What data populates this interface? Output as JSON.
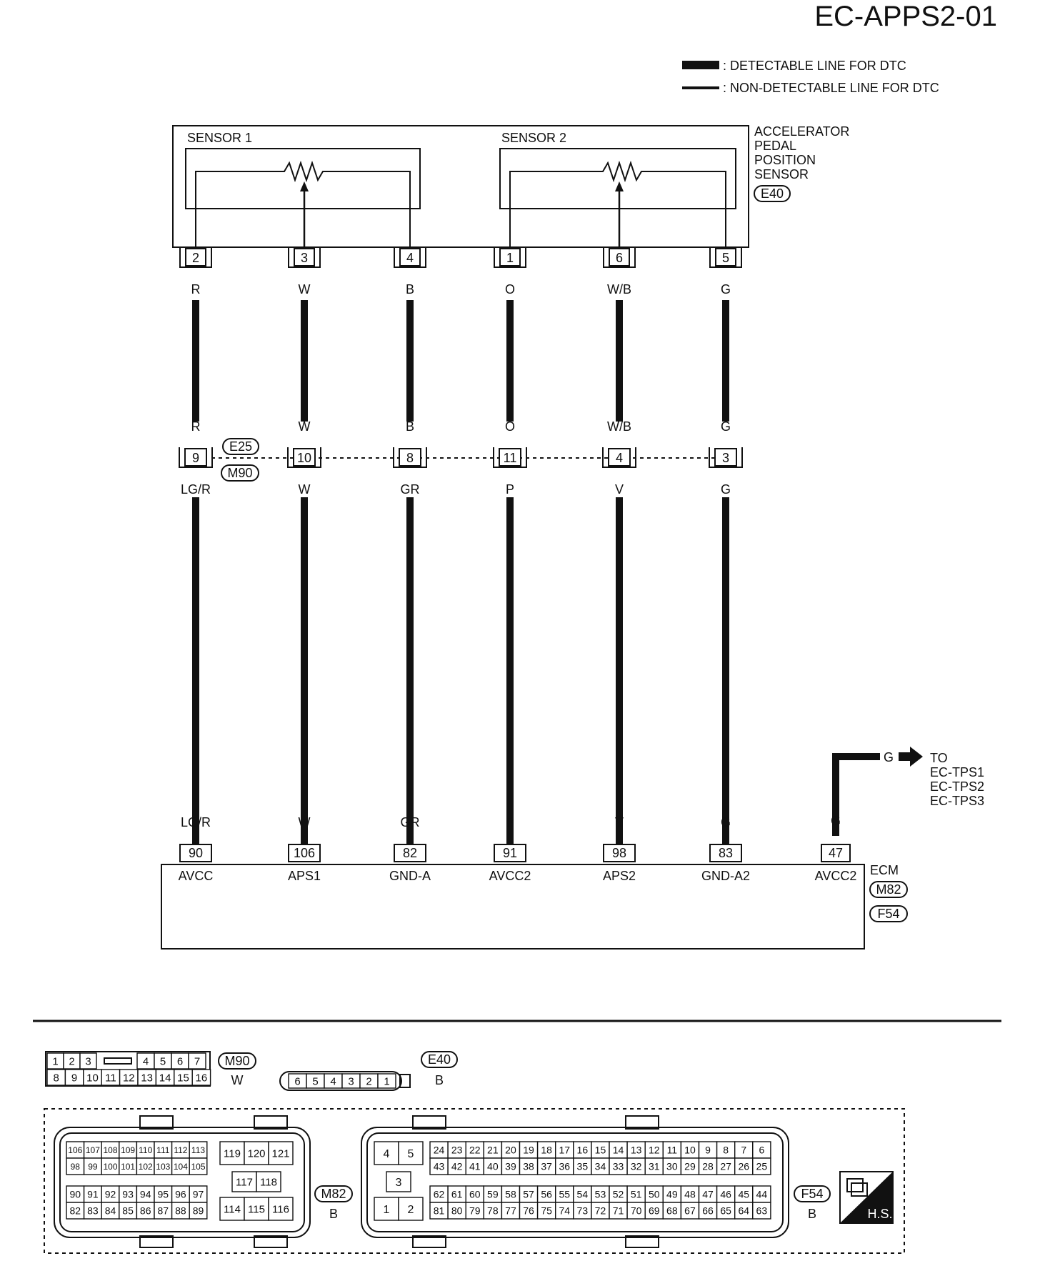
{
  "header": {
    "code": "EC-APPS2-01"
  },
  "legend": {
    "detectable": ": DETECTABLE LINE FOR DTC",
    "non_detectable": ": NON-DETECTABLE LINE FOR DTC"
  },
  "sensor": {
    "sensor1_label": "SENSOR 1",
    "sensor2_label": "SENSOR 2",
    "name_lines": [
      "ACCELERATOR",
      "PEDAL",
      "POSITION",
      "SENSOR"
    ],
    "connector": "E40"
  },
  "intermediate": {
    "connector_a": "E25",
    "connector_b": "M90"
  },
  "ecm": {
    "name": "ECM",
    "connector_a": "M82",
    "connector_b": "F54"
  },
  "wires": [
    {
      "sensor_pin": "2",
      "top_color": "R",
      "mid_pin": "9",
      "bottom_color": "LG/R",
      "ecm_pin": "90",
      "signal": "AVCC"
    },
    {
      "sensor_pin": "3",
      "top_color": "W",
      "mid_pin": "10",
      "bottom_color": "W",
      "ecm_pin": "106",
      "signal": "APS1"
    },
    {
      "sensor_pin": "4",
      "top_color": "B",
      "mid_pin": "8",
      "bottom_color": "GR",
      "ecm_pin": "82",
      "signal": "GND-A"
    },
    {
      "sensor_pin": "1",
      "top_color": "O",
      "mid_pin": "11",
      "bottom_color": "P",
      "ecm_pin": "91",
      "signal": "AVCC2"
    },
    {
      "sensor_pin": "6",
      "top_color": "W/B",
      "mid_pin": "4",
      "bottom_color": "V",
      "ecm_pin": "98",
      "signal": "APS2"
    },
    {
      "sensor_pin": "5",
      "top_color": "G",
      "mid_pin": "3",
      "bottom_color": "G",
      "ecm_pin": "83",
      "signal": "GND-A2"
    }
  ],
  "extra_wire": {
    "ecm_pin": "47",
    "signal": "AVCC2",
    "color": "G",
    "arrow_color": "G",
    "to_lines": [
      "TO",
      "EC-TPS1",
      "EC-TPS2",
      "EC-TPS3"
    ]
  },
  "connectors": {
    "m90": {
      "label": "M90",
      "color": "W",
      "row1_left": [
        "1",
        "2",
        "3"
      ],
      "row1_right": [
        "4",
        "5",
        "6",
        "7"
      ],
      "row2": [
        "8",
        "9",
        "10",
        "11",
        "12",
        "13",
        "14",
        "15",
        "16"
      ]
    },
    "e40": {
      "label": "E40",
      "color": "B",
      "pins": [
        "6",
        "5",
        "4",
        "3",
        "2",
        "1"
      ]
    },
    "m82": {
      "label": "M82",
      "color": "B",
      "block1_row1": [
        "106",
        "107",
        "108",
        "109",
        "110",
        "111",
        "112",
        "113"
      ],
      "block1_row2": [
        "98",
        "99",
        "100",
        "101",
        "102",
        "103",
        "104",
        "105"
      ],
      "block2_row1": [
        "90",
        "91",
        "92",
        "93",
        "94",
        "95",
        "96",
        "97"
      ],
      "block2_row2": [
        "82",
        "83",
        "84",
        "85",
        "86",
        "87",
        "88",
        "89"
      ],
      "pwr_row1": [
        "119",
        "120",
        "121"
      ],
      "pwr_mid": [
        "117",
        "118"
      ],
      "pwr_row3": [
        "114",
        "115",
        "116"
      ]
    },
    "f54": {
      "label": "F54",
      "color": "B",
      "pwr_top": [
        "4",
        "5"
      ],
      "pwr_mid": "3",
      "pwr_bottom": [
        "1",
        "2"
      ],
      "row1": [
        "24",
        "23",
        "22",
        "21",
        "20",
        "19",
        "18",
        "17",
        "16",
        "15",
        "14",
        "13",
        "12",
        "11",
        "10",
        "9",
        "8",
        "7",
        "6"
      ],
      "row2": [
        "43",
        "42",
        "41",
        "40",
        "39",
        "38",
        "37",
        "36",
        "35",
        "34",
        "33",
        "32",
        "31",
        "30",
        "29",
        "28",
        "27",
        "26",
        "25"
      ],
      "row3": [
        "62",
        "61",
        "60",
        "59",
        "58",
        "57",
        "56",
        "55",
        "54",
        "53",
        "52",
        "51",
        "50",
        "49",
        "48",
        "47",
        "46",
        "45",
        "44"
      ],
      "row4": [
        "81",
        "80",
        "79",
        "78",
        "77",
        "76",
        "75",
        "74",
        "73",
        "72",
        "71",
        "70",
        "69",
        "68",
        "67",
        "66",
        "65",
        "64",
        "63"
      ]
    }
  },
  "hs_badge": "H.S."
}
